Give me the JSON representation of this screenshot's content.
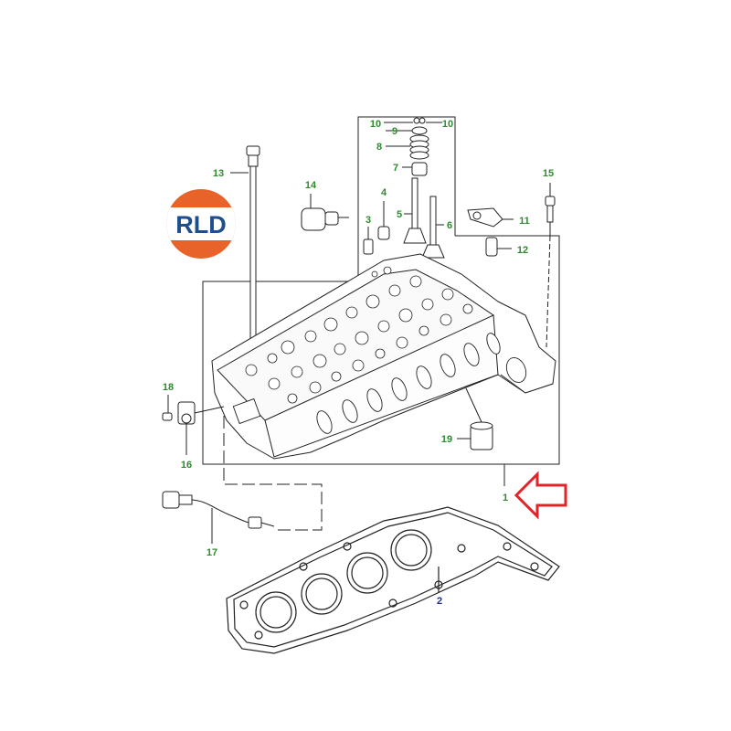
{
  "logo": {
    "text": "RLD",
    "colors": {
      "top": "#e8632a",
      "bottom": "#e8632a",
      "band": "#ffffff",
      "text": "#1f4e8c"
    }
  },
  "colors": {
    "line": "#222222",
    "label_green": "#2e8b2e",
    "label_blue": "#1e2fa0",
    "arrow_red": "#e0242a"
  },
  "callouts": {
    "c1": "1",
    "c2": "2",
    "c3": "3",
    "c4": "4",
    "c5": "5",
    "c6": "6",
    "c7": "7",
    "c8": "8",
    "c9": "9",
    "c10a": "10",
    "c10b": "10",
    "c11": "11",
    "c12": "12",
    "c13": "13",
    "c14": "14",
    "c15": "15",
    "c16": "16",
    "c17": "17",
    "c18": "18",
    "c19": "19"
  },
  "highlight_arrow": {
    "icon": "arrow-left-outline-icon",
    "points_to": "1"
  }
}
